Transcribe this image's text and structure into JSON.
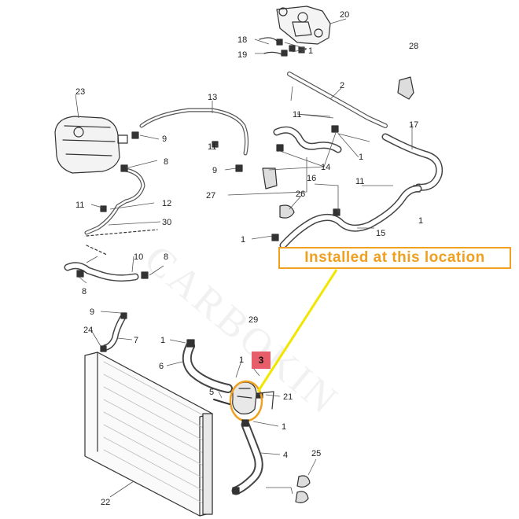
{
  "callout": {
    "text": "Installed at this location"
  },
  "highlight_badge": {
    "label": "3"
  },
  "part_numbers": {
    "p20": "20",
    "p18": "18",
    "p19": "19",
    "p1_top": "1",
    "p28": "28",
    "p2": "2",
    "p23": "23",
    "p13": "13",
    "p11_a": "11",
    "p11_b": "11",
    "p17": "17",
    "p9_a": "9",
    "p9_b": "9",
    "p8_a": "8",
    "p1_b": "1",
    "p14": "14",
    "p27": "27",
    "p16": "16",
    "p11_c": "11",
    "p26": "26",
    "p11_d": "11",
    "p12": "12",
    "p30": "30",
    "p1_c": "1",
    "p15": "15",
    "p1_d": "1",
    "p10": "10",
    "p8_b": "8",
    "p8_c": "8",
    "p9_c": "9",
    "p24": "24",
    "p7": "7",
    "p1_e": "1",
    "p6": "6",
    "p1_f": "1",
    "p5": "5",
    "p21": "21",
    "p1_g": "1",
    "p4": "4",
    "p25": "25",
    "p22": "22",
    "p29": "29"
  },
  "colors": {
    "callout_border": "#f0a020",
    "leader_line": "#f2e600",
    "badge": "#e85d6a",
    "highlight_ring": "#f0a020"
  }
}
